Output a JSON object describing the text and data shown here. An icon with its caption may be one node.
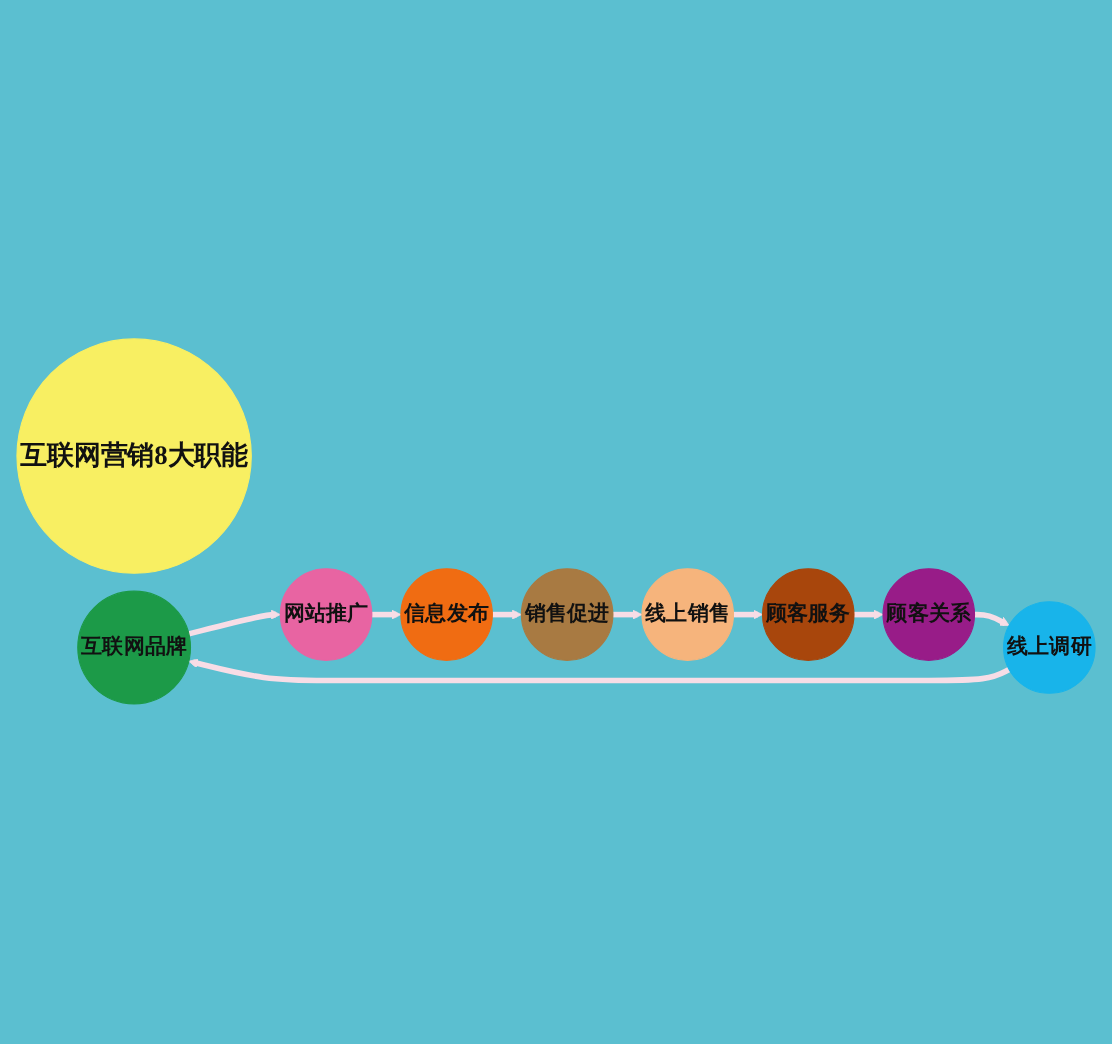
{
  "diagram": {
    "nodes": [
      {
        "text": [
          "互联网营销8大职能"
        ]
      },
      {
        "text": [
          "互联网品牌"
        ]
      },
      {
        "text": [
          "网站推广"
        ]
      },
      {
        "text": [
          "信息发布"
        ]
      },
      {
        "text": [
          "销售促进"
        ]
      },
      {
        "text": [
          "线上销售"
        ]
      },
      {
        "text": [
          "顾客服务"
        ]
      },
      {
        "text": [
          "顾客关系"
        ]
      },
      {
        "text": [
          "线上调研"
        ]
      }
    ],
    "edges": [
      {
        "from": 1,
        "to": 2,
        "arrow": "to"
      },
      {
        "from": 2,
        "to": 3,
        "arrow": "to"
      },
      {
        "from": 3,
        "to": 4,
        "arrow": "to"
      },
      {
        "from": 4,
        "to": 5,
        "arrow": "to"
      },
      {
        "from": 5,
        "to": 6,
        "arrow": "to"
      },
      {
        "from": 6,
        "to": 7,
        "arrow": "to"
      },
      {
        "from": 7,
        "to": 8,
        "arrow": "to"
      },
      {
        "from": 8,
        "to": 1,
        "arrow": "to"
      }
    ]
  }
}
